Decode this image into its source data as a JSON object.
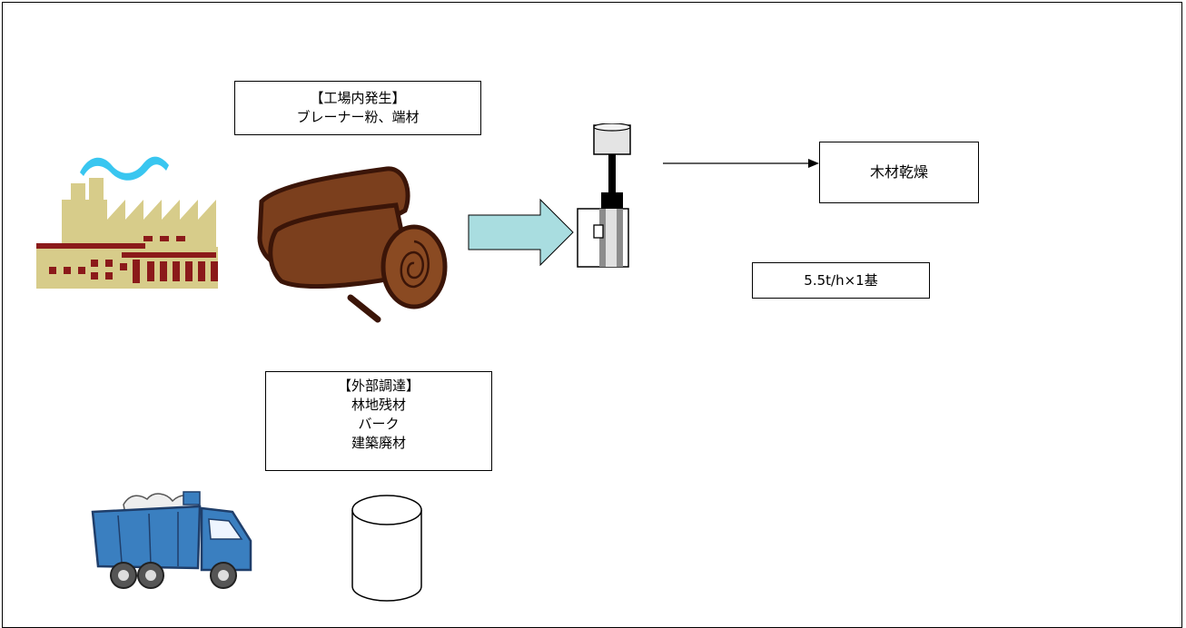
{
  "internal": {
    "heading": "【工場内発生】",
    "line1": "ブレーナー粉、端材"
  },
  "external": {
    "heading": "【外部調達】",
    "line1": "林地残材",
    "line2": "バーク",
    "line3": "建築廃材"
  },
  "output": {
    "use_label": "木材乾燥"
  },
  "boiler": {
    "capacity": "5.5t/h×1基"
  },
  "icons": [
    "factory-icon",
    "logs-icon",
    "flow-arrow-icon",
    "boiler-icon",
    "dump-truck-icon",
    "storage-silo-icon"
  ],
  "colors": {
    "factory_body": "#d7cc8a",
    "factory_trim": "#8b1a1a",
    "smoke": "#39c6f0",
    "log_wood": "#7b3f1d",
    "flow_arrow": "#a9dde0",
    "truck": "#3a7fc0"
  }
}
